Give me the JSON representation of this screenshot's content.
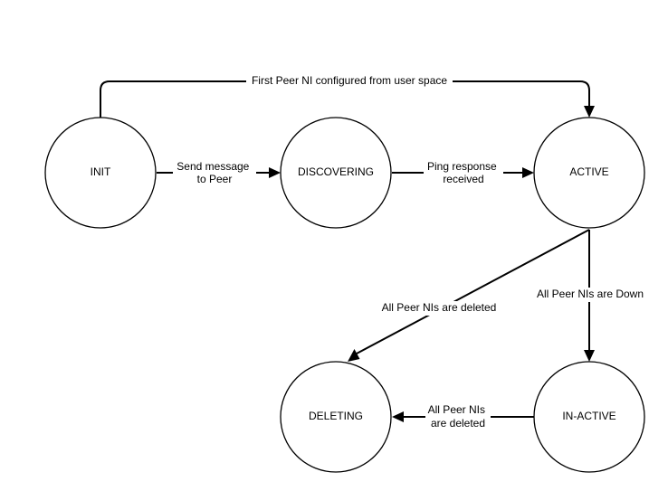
{
  "diagram": {
    "states": {
      "init": "INIT",
      "discovering": "DISCOVERING",
      "active": "ACTIVE",
      "deleting": "DELETING",
      "inactive": "IN-ACTIVE"
    },
    "transitions": {
      "init_to_active": [
        "First Peer NI configured from user space"
      ],
      "init_to_discovering": [
        "Send message",
        "to Peer"
      ],
      "discovering_to_active": [
        "Ping response",
        "received"
      ],
      "active_to_deleting": [
        "All Peer NIs are deleted"
      ],
      "active_to_inactive": [
        "All Peer NIs are Down"
      ],
      "inactive_to_deleting": [
        "All Peer NIs",
        "are deleted"
      ]
    },
    "colors": {
      "stroke": "#000000",
      "fill": "#ffffff",
      "text": "#000000"
    }
  }
}
